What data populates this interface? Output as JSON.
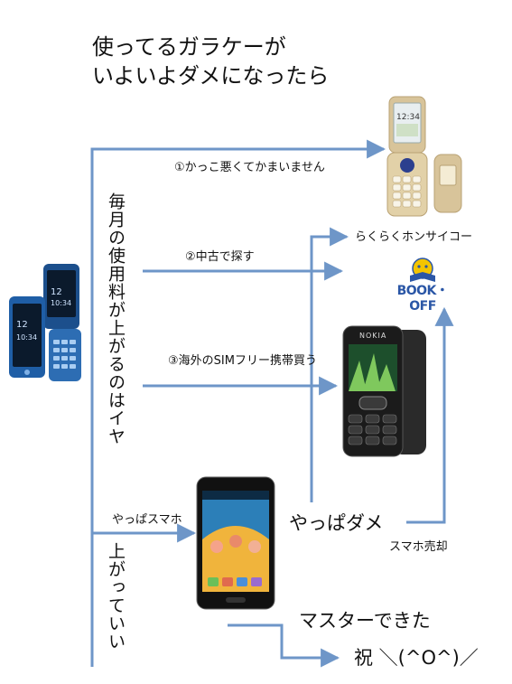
{
  "title": {
    "line1": "使ってるガラケーが",
    "line2": "いよいよダメになったら"
  },
  "branches": {
    "option1": "①かっこ悪くてかまいません",
    "option2": "②中古で探す",
    "option3": "③海外のSIMフリー携帯買う",
    "smartphone": "やっぱスマホ"
  },
  "vertical_notes": {
    "upper": "毎月の使用料が上がるのはイヤ",
    "lower": "上がっていい"
  },
  "targets": {
    "raku": "らくらくホンサイコー",
    "bookoff_logo": "BOOK・OFF",
    "nokia_brand": "NOKIA"
  },
  "outcomes": {
    "fail": "やっぱダメ",
    "sell": "スマホ売却",
    "mastered": "マスターできた",
    "celebrate": "祝 ＼(^O^)／"
  },
  "colors": {
    "arrow": "#6e96c8",
    "bookoff_yellow": "#f3c400",
    "bookoff_blue": "#2a56a6"
  }
}
